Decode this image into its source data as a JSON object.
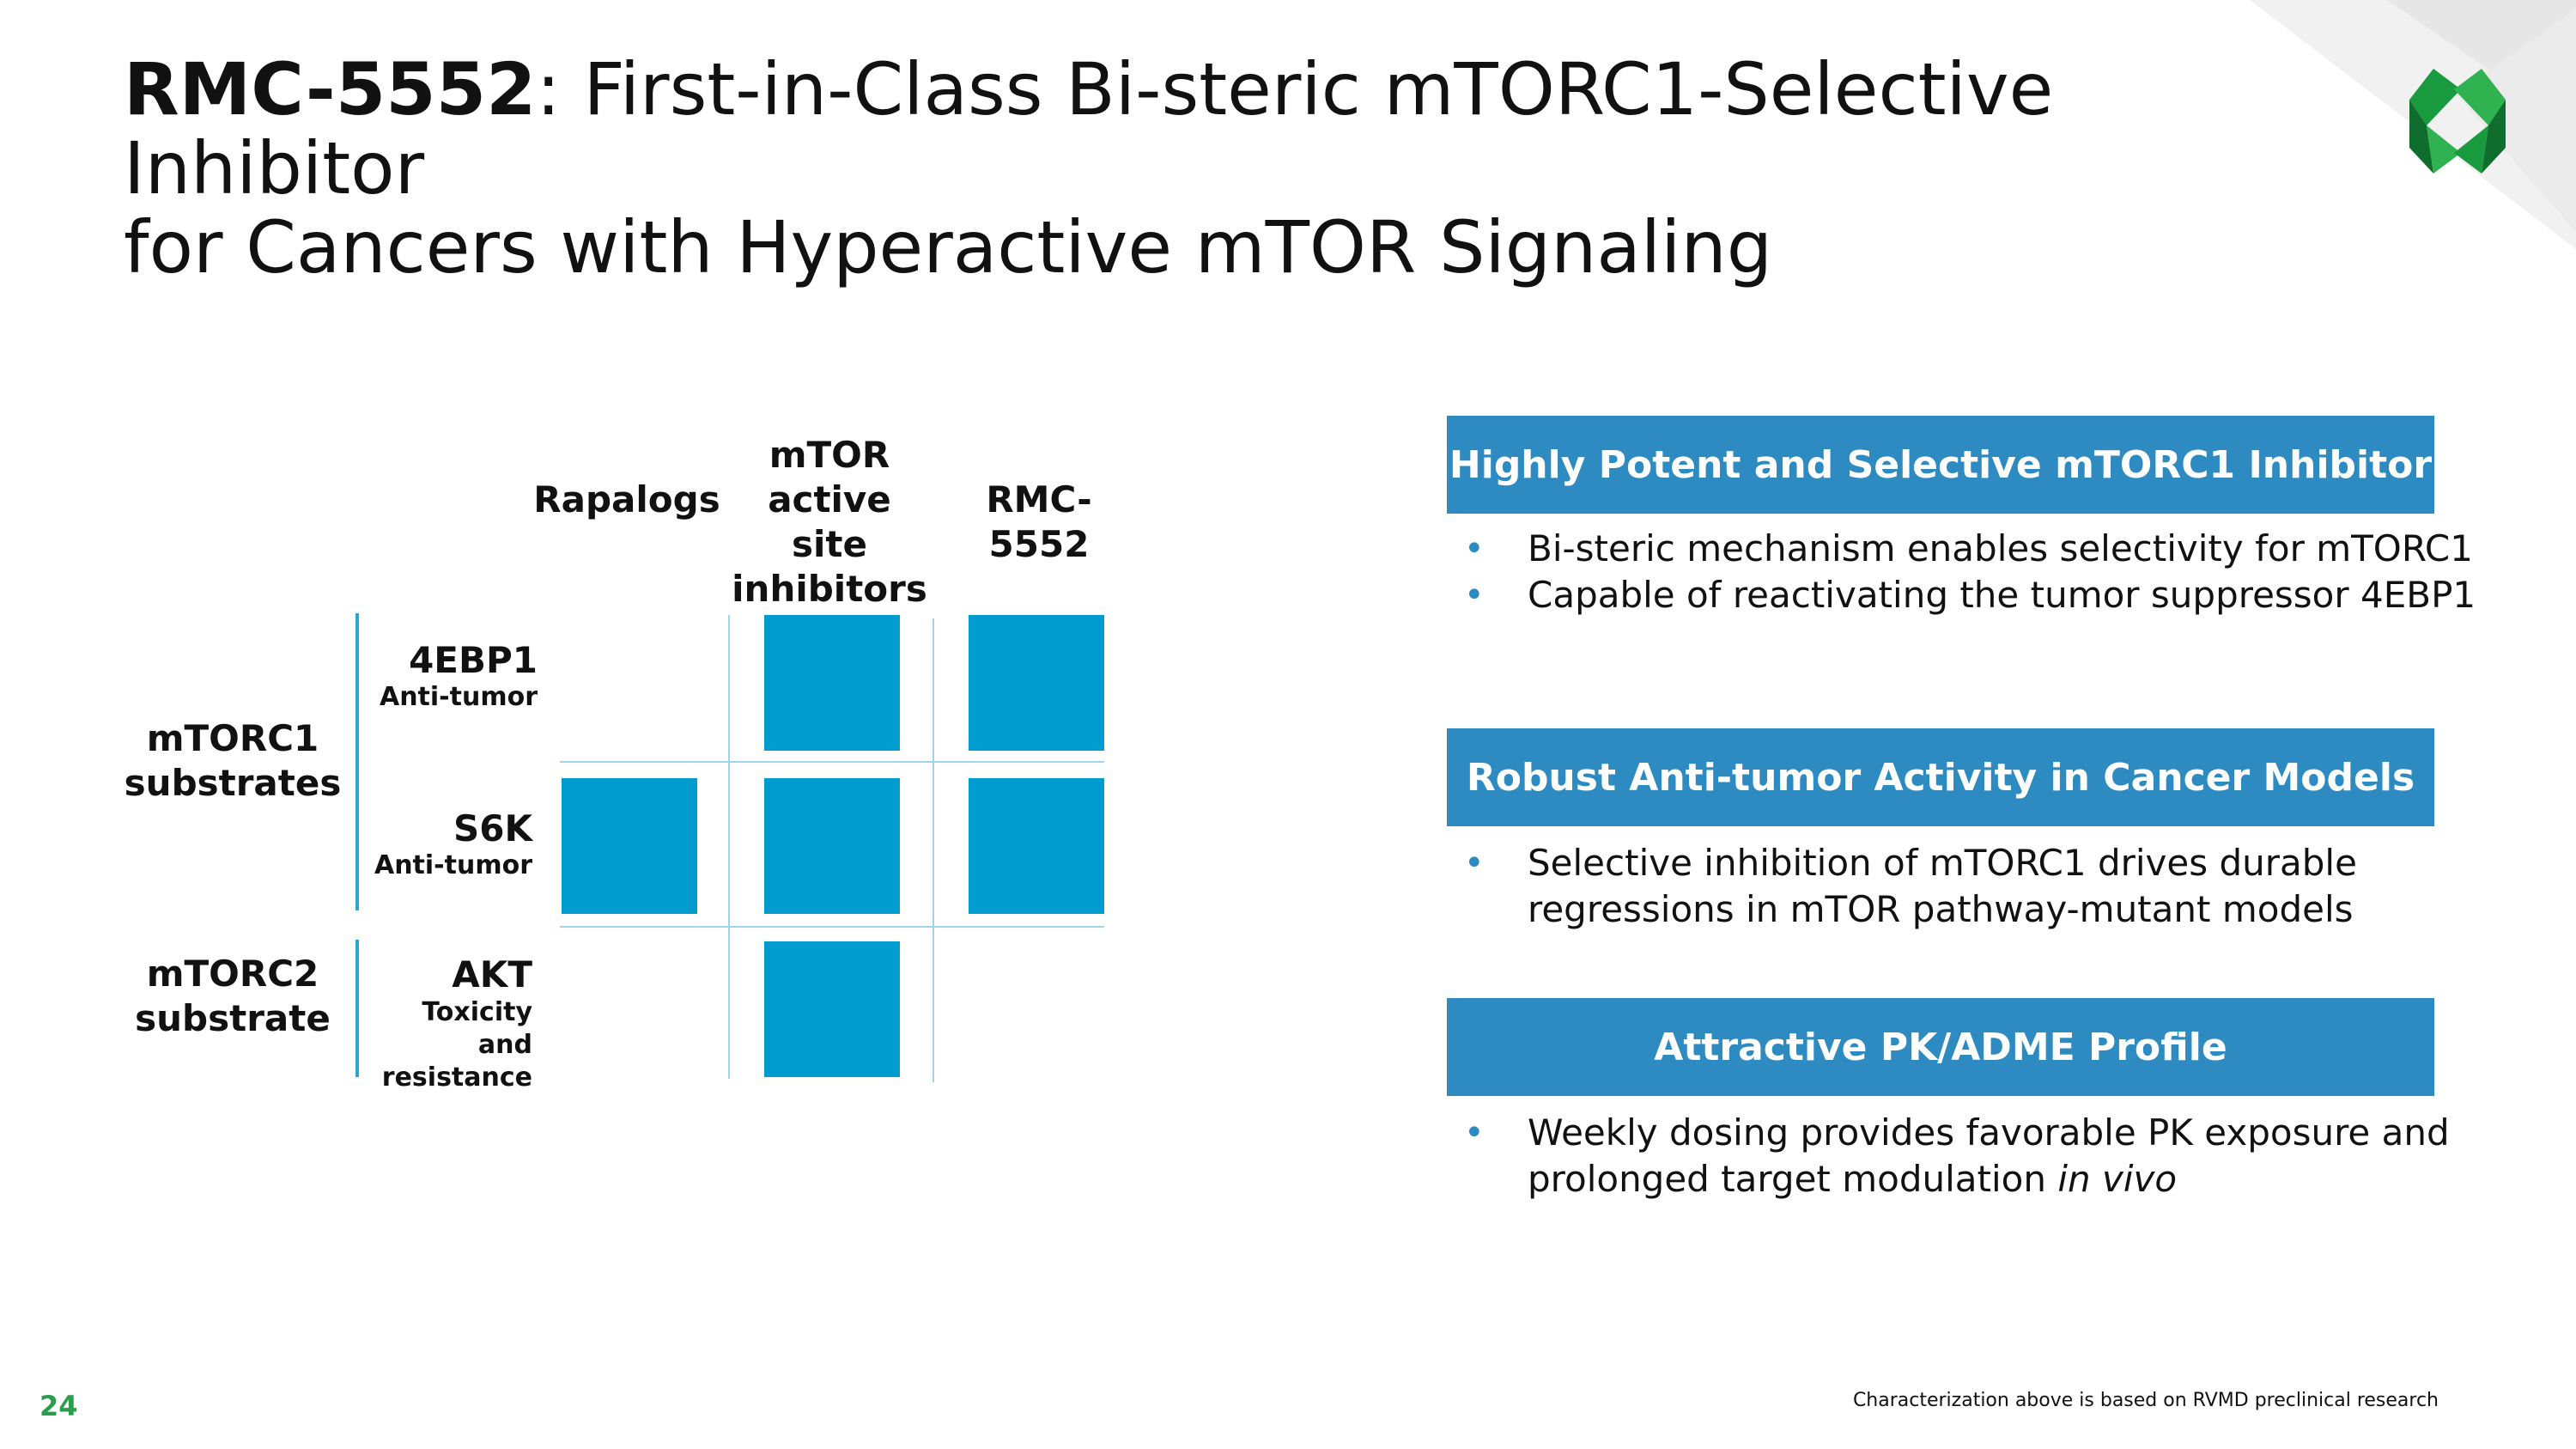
{
  "slide": {
    "title_bold": "RMC-5552",
    "title_rest": ": First-in-Class Bi-steric mTORC1-Selective Inhibitor",
    "title_line2": "for Cancers with Hyperactive mTOR Signaling",
    "page_number": "24",
    "footnote": "Characterization above is based on RVMD preclinical research",
    "logo_icon": "revolution-medicines-logo-icon",
    "accent_color": "#2e8bc2",
    "cell_color": "#009ccf",
    "logo_color": "#1a9a3f"
  },
  "grid": {
    "columns": [
      {
        "line1": "Rapalogs"
      },
      {
        "line1": "mTOR",
        "line2": "active site",
        "line3": "inhibitors"
      },
      {
        "line1": "RMC-5552"
      }
    ],
    "groups": [
      {
        "line1": "mTORC1",
        "line2": "substrates"
      },
      {
        "line1": "mTORC2",
        "line2": "substrate"
      }
    ],
    "rows": [
      {
        "name": "4EBP1",
        "sub1": "Anti-tumor"
      },
      {
        "name": "S6K",
        "sub1": "Anti-tumor"
      },
      {
        "name": "AKT",
        "sub1": "Toxicity and",
        "sub2": "resistance"
      }
    ]
  },
  "panels": [
    {
      "header": "Highly Potent and Selective mTORC1 Inhibitor",
      "bullets": [
        "Bi-steric mechanism enables selectivity for mTORC1",
        "Capable of reactivating the tumor suppressor 4EBP1"
      ]
    },
    {
      "header": "Robust Anti-tumor Activity in Cancer Models",
      "bullets": [
        "Selective inhibition of mTORC1 drives durable",
        "regressions in mTOR pathway-mutant models"
      ]
    },
    {
      "header": "Attractive PK/ADME Profile",
      "bullets": [
        "Weekly dosing provides favorable PK exposure and",
        "prolonged target modulation "
      ],
      "italic_tail": "in vivo"
    }
  ]
}
